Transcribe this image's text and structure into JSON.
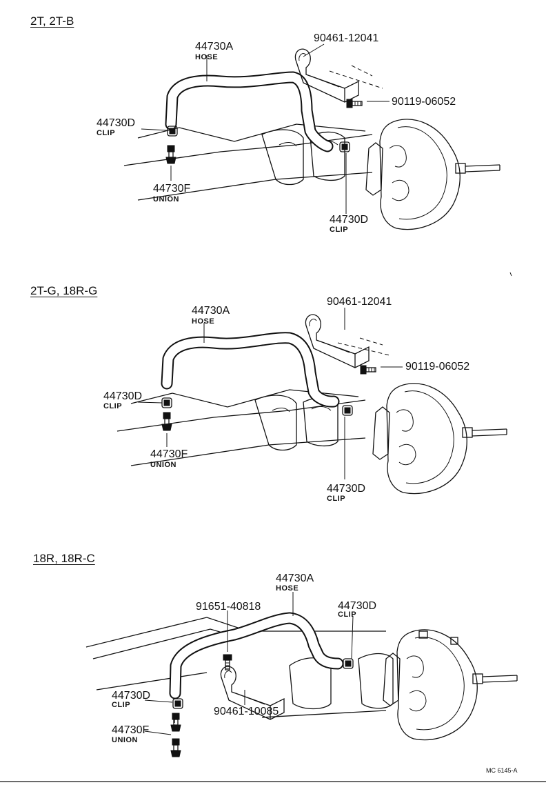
{
  "sections": [
    {
      "heading": "2T, 2T-B",
      "labels": {
        "hose_num": "44730A",
        "hose_sub": "HOSE",
        "bracket_num": "90461-12041",
        "bolt_num": "90119-06052",
        "clip_left_num": "44730D",
        "clip_left_sub": "CLIP",
        "union_num": "44730F",
        "union_sub": "UNION",
        "clip_right_num": "44730D",
        "clip_right_sub": "CLIP"
      }
    },
    {
      "heading": "2T-G, 18R-G",
      "labels": {
        "hose_num": "44730A",
        "hose_sub": "HOSE",
        "bracket_num": "90461-12041",
        "bolt_num": "90119-06052",
        "clip_left_num": "44730D",
        "clip_left_sub": "CLIP",
        "union_num": "44730F",
        "union_sub": "UNION",
        "clip_right_num": "44730D",
        "clip_right_sub": "CLIP"
      }
    },
    {
      "heading": "18R, 18R-C",
      "labels": {
        "hose_num": "44730A",
        "hose_sub": "HOSE",
        "bolt_num": "91651-40818",
        "clip_right_num": "44730D",
        "clip_right_sub": "CLIP",
        "clip_left_num": "44730D",
        "clip_left_sub": "CLIP",
        "bracket_num": "90461-10085",
        "union_num": "44730F",
        "union_sub": "UNION"
      }
    }
  ],
  "figure_code": "MC 6145-A",
  "icons": [
    "brake-booster-icon",
    "vacuum-hose-icon",
    "hose-clip-icon",
    "union-fitting-icon",
    "bracket-icon",
    "bolt-icon"
  ],
  "colors": {
    "ink": "#111111",
    "paper": "#ffffff"
  }
}
